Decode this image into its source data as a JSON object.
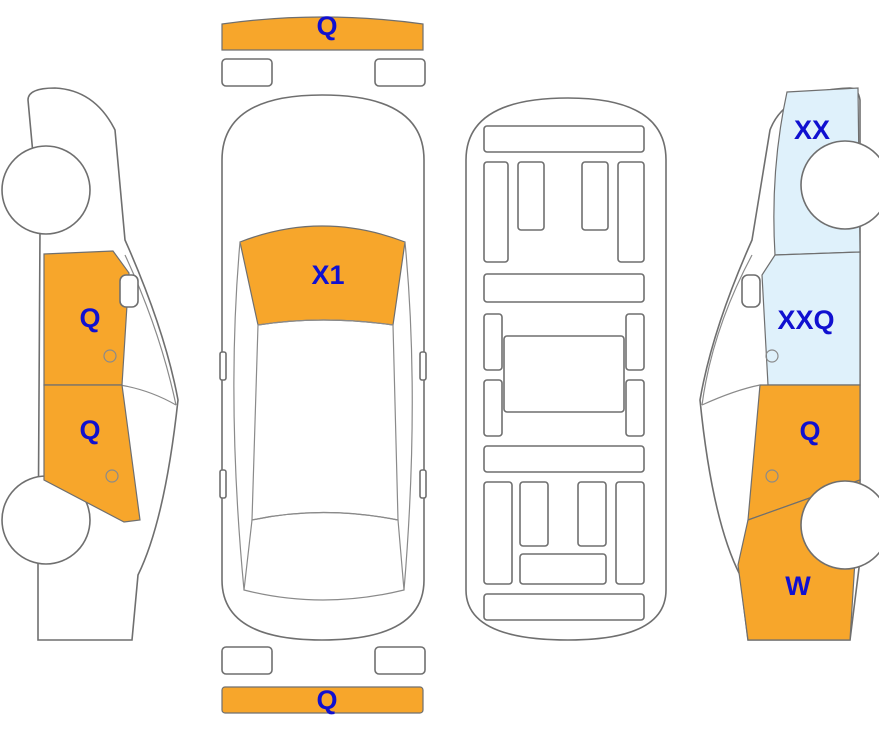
{
  "colors": {
    "outline": "#6f6f6f",
    "damage_orange": "#f7a62b",
    "damage_light_blue": "#dff1fb",
    "label_blue": "#1010d0"
  },
  "legend_codes": {
    "front_bumper": "Q",
    "rear_bumper": "Q",
    "windshield": "X1",
    "left_front_door": "Q",
    "left_rear_door": "Q",
    "right_rear_fender": "XX",
    "right_rear_door": "XXQ",
    "right_front_door": "Q",
    "right_front_fender": "W"
  }
}
